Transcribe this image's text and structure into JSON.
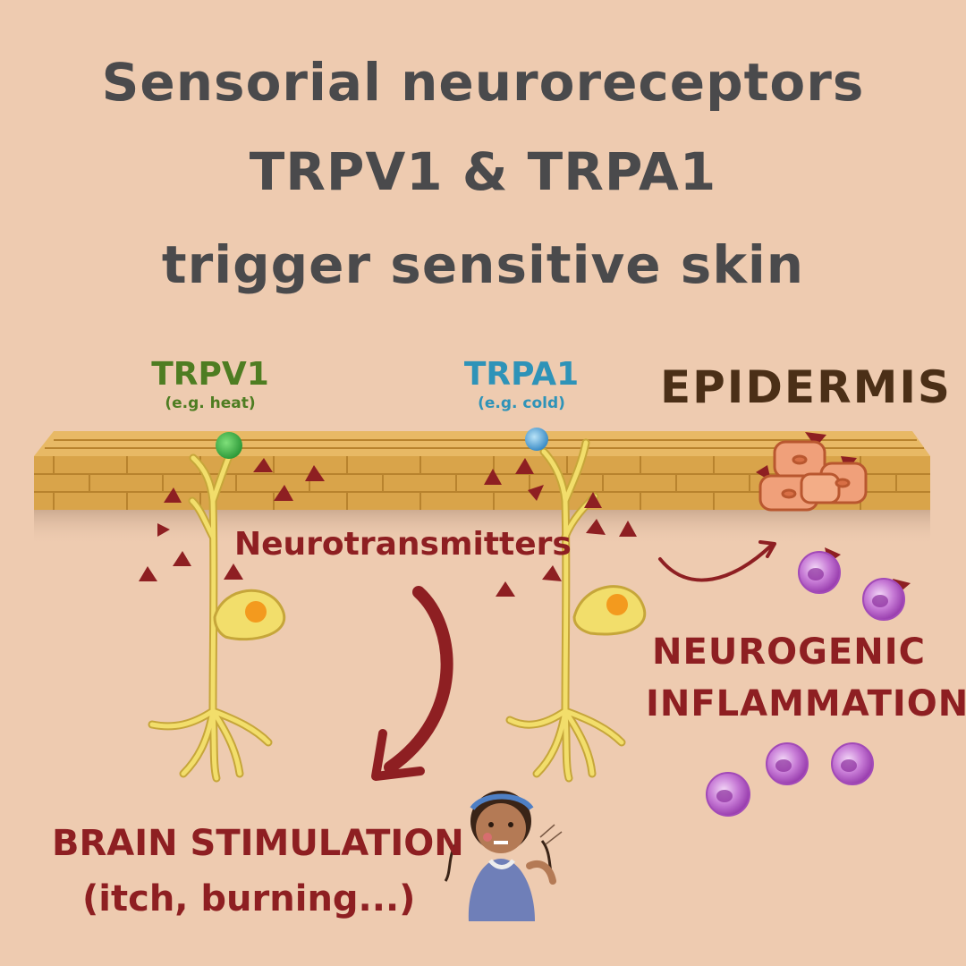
{
  "title": {
    "line1": "Sensorial neuroreceptors",
    "line2": "TRPV1 & TRPA1",
    "line3": "trigger sensitive skin"
  },
  "receptors": [
    {
      "name": "TRPV1",
      "example": "(e.g. heat)",
      "color": "#4E7D22"
    },
    {
      "name": "TRPA1",
      "example": "(e.g. cold)",
      "color": "#2E93B8"
    }
  ],
  "labels": {
    "epidermis": "EPIDERMIS",
    "neurotransmitters": "Neurotransmitters",
    "neurogenic_line1": "NEUROGENIC",
    "neurogenic_line2": "INFLAMMATION",
    "brain_line1": "BRAIN STIMULATION",
    "brain_line2": "(itch, burning...)"
  },
  "colors": {
    "background": "#EECBB0",
    "title": "#4A4A4C",
    "accent_red": "#8E1F22",
    "epidermis_label": "#4B2F17",
    "skin_layer": "#D9A44A",
    "neuron": "#F2DE6B",
    "nucleus": "#F39A1E",
    "immune_cell": "#B45CC8"
  }
}
